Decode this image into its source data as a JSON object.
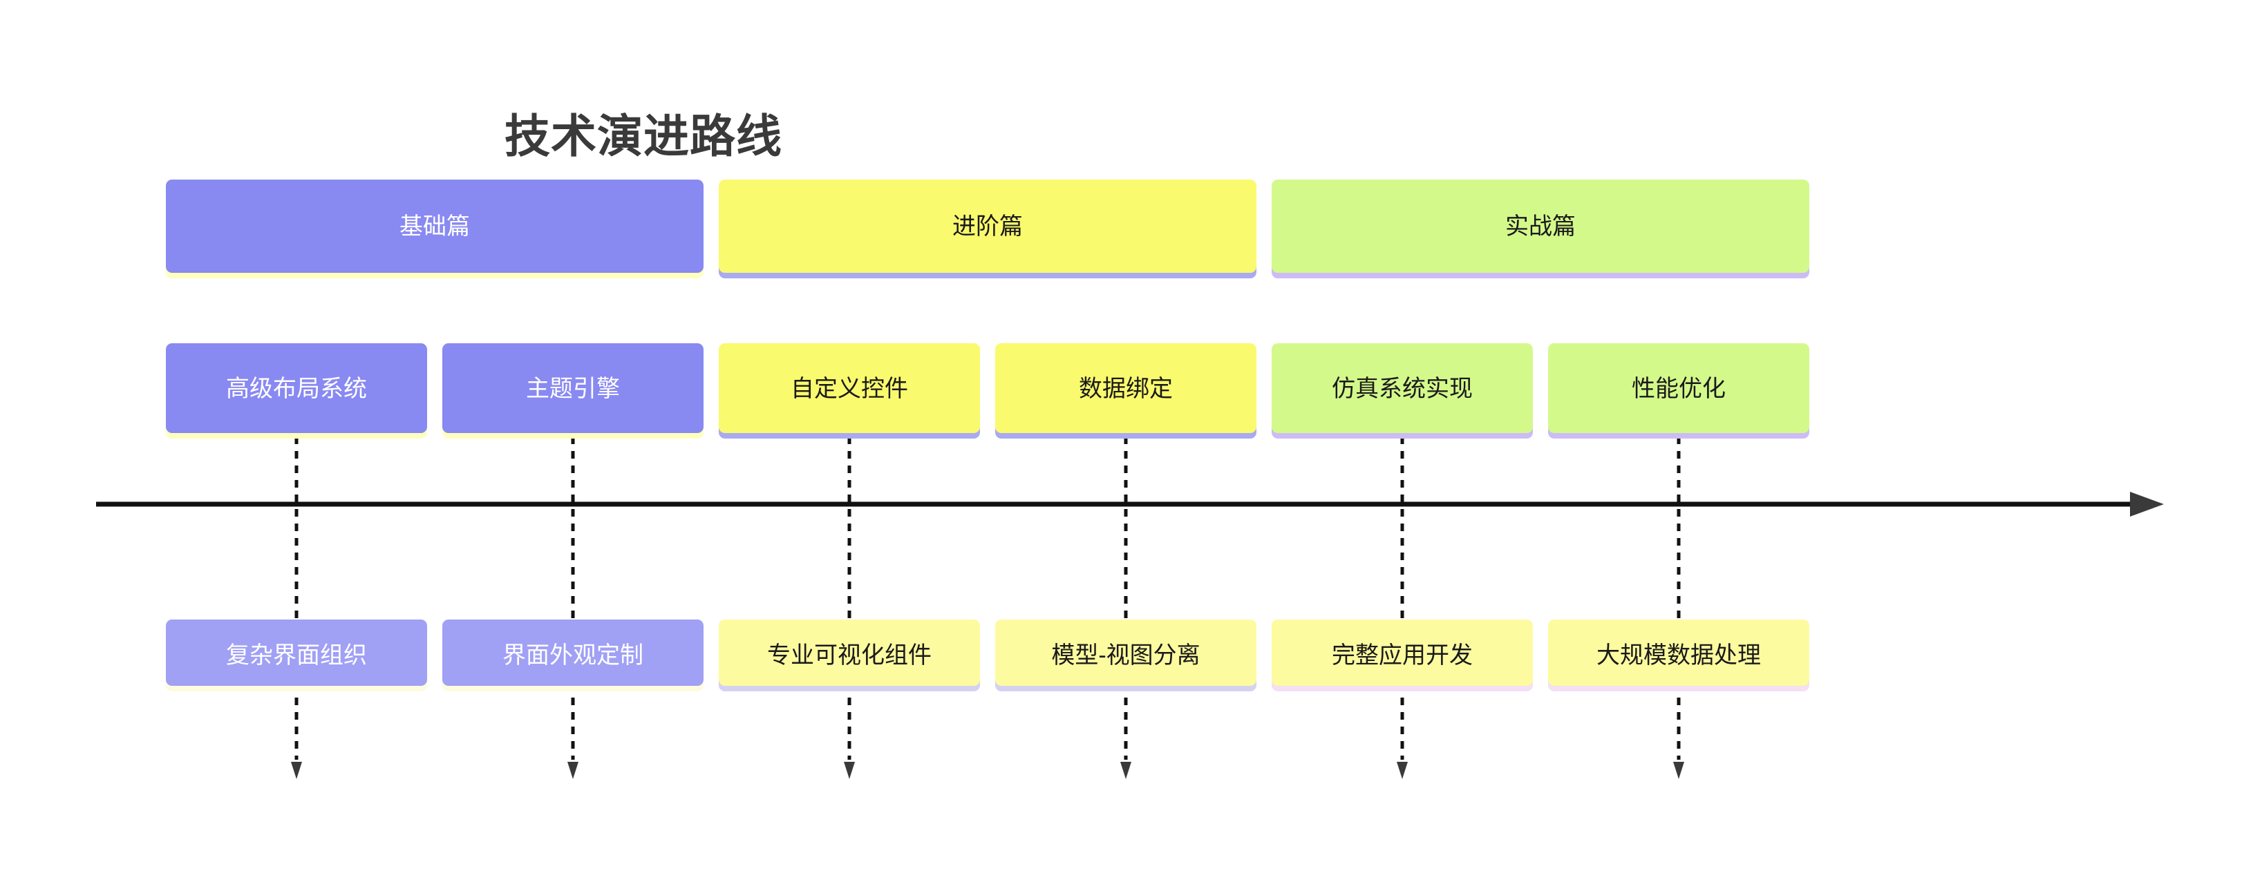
{
  "title": "技术演进路线",
  "colors": {
    "purple": "#8989F2",
    "purpleLight": "#A0A0F5",
    "yellow": "#FAFA6E",
    "yellowLight": "#FDFB9F",
    "green": "#D4F98B",
    "shadowYellow": "#FFFFBE",
    "shadowYellowPale": "#FEFBDE",
    "shadowPeriwinkle": "#AAAAF0",
    "shadowLavender": "#CDBBF5",
    "shadowLavenderLight": "#D4D2F0",
    "shadowPink": "#F4DFF5",
    "ink": "#111111",
    "arrowhead": "#3A3A3A",
    "titleColor": "#3A3A3A",
    "textDark": "#1A1A1A",
    "textLight": "#FFFFFF"
  },
  "sections": [
    {
      "label": "基础篇"
    },
    {
      "label": "进阶篇"
    },
    {
      "label": "实战篇"
    }
  ],
  "topics": [
    {
      "label": "高级布局系统"
    },
    {
      "label": "主题引擎"
    },
    {
      "label": "自定义控件"
    },
    {
      "label": "数据绑定"
    },
    {
      "label": "仿真系统实现"
    },
    {
      "label": "性能优化"
    }
  ],
  "outcomes": [
    {
      "label": "复杂界面组织"
    },
    {
      "label": "界面外观定制"
    },
    {
      "label": "专业可视化组件"
    },
    {
      "label": "模型-视图分离"
    },
    {
      "label": "完整应用开发"
    },
    {
      "label": "大规模数据处理"
    }
  ]
}
